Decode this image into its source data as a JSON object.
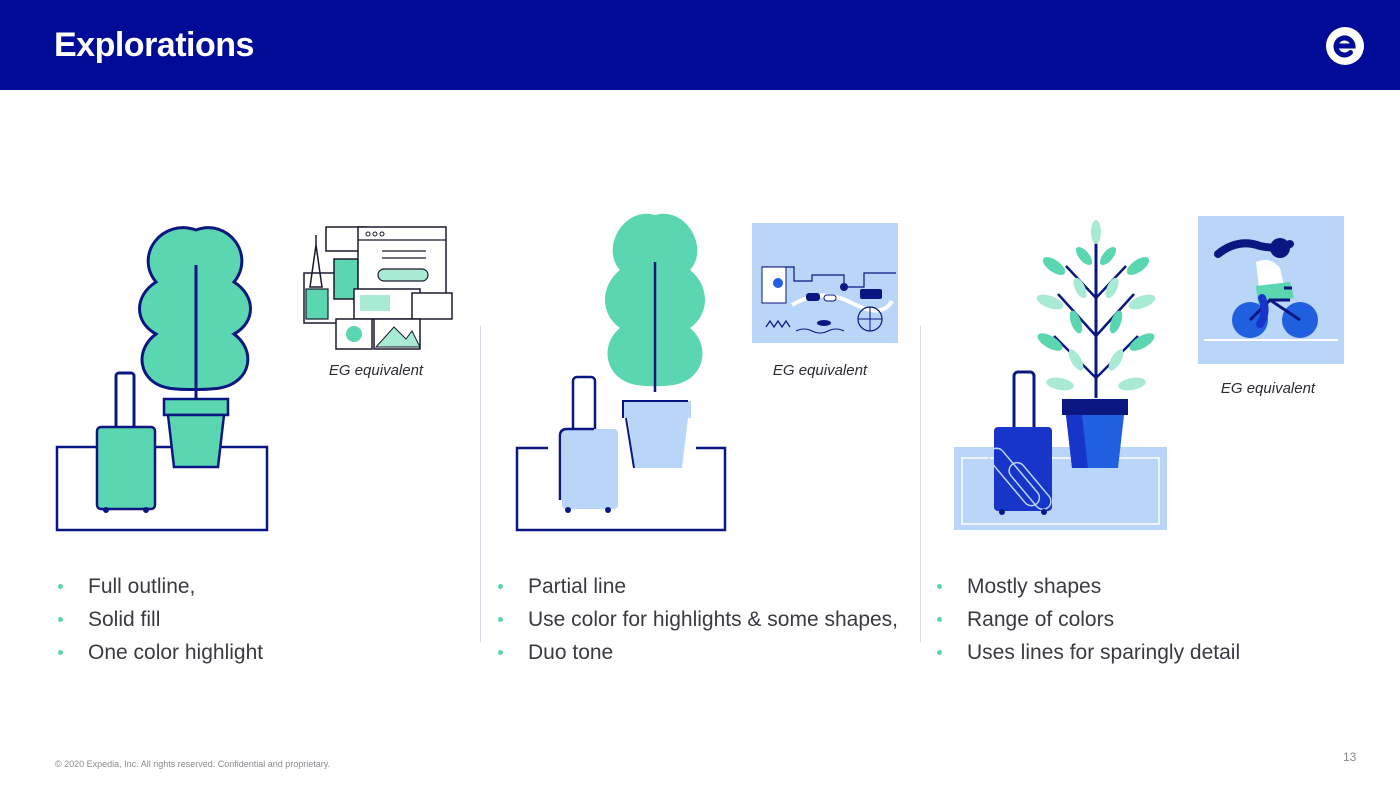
{
  "slide": {
    "title": "Explorations",
    "footer": "© 2020 Expedia, Inc. All rights reserved. Confidential and proprietary.",
    "page_number": "13"
  },
  "columns": [
    {
      "eg_caption": "EG equivalent",
      "bullets": [
        "Full outline,",
        "Solid fill",
        "One color highlight"
      ]
    },
    {
      "eg_caption": "EG equivalent",
      "bullets": [
        "Partial line",
        "Use color for highlights & some shapes,",
        "Duo tone"
      ]
    },
    {
      "eg_caption": "EG equivalent",
      "bullets": [
        "Mostly shapes",
        "Range of colors",
        "Uses lines for sparingly detail"
      ]
    }
  ],
  "colors": {
    "header": "#000c96",
    "navy": "#0b1780",
    "mint": "#5ad6b0",
    "light_mint": "#a8ead4",
    "light_blue": "#b9d5f8",
    "bright_blue": "#1f5fe0",
    "royal_blue": "#1736c9"
  },
  "icons": [
    "expedia-logo-icon",
    "plant-icon",
    "suitcase-icon",
    "pot-icon",
    "eg-illustration"
  ]
}
